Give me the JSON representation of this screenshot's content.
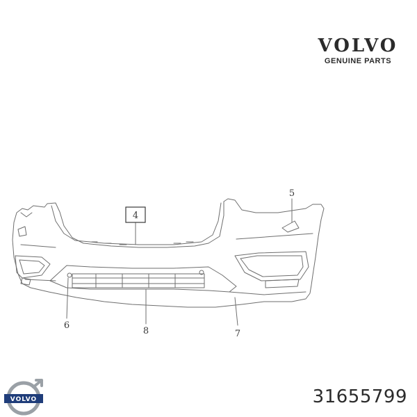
{
  "brand": {
    "wordmark": "VOLVO",
    "subtitle": "GENUINE PARTS"
  },
  "callouts": {
    "c4": "4",
    "c5": "5",
    "c6": "6",
    "c7": "7",
    "c8": "8"
  },
  "logo": {
    "text": "VOLVO"
  },
  "part_number": "31655799",
  "colors": {
    "line": "#6e6e6e",
    "text": "#2b2b2b",
    "logo_blue": "#1f3d7a",
    "logo_silver": "#9aa0a6"
  }
}
